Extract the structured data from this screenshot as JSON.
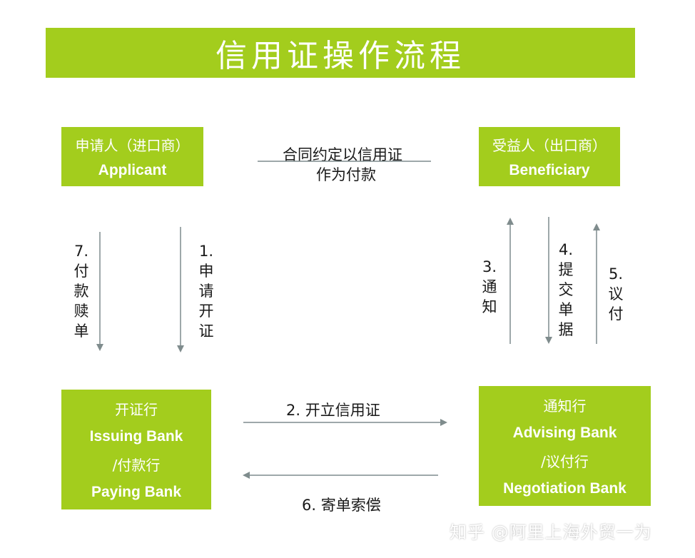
{
  "title": "信用证操作流程",
  "applicant": {
    "cn": "申请人（进口商）",
    "en": "Applicant"
  },
  "beneficiary": {
    "cn": "受益人（出口商）",
    "en": "Beneficiary"
  },
  "contract": {
    "line1": "合同约定以信用证",
    "line2": "作为付款"
  },
  "issuing_bank": {
    "cn1": "开证行",
    "en1": "Issuing Bank",
    "cn2": "/付款行",
    "en2": "Paying Bank"
  },
  "advising_bank": {
    "cn1": "通知行",
    "en1": "Advising Bank",
    "cn2": "/议付行",
    "en2": "Negotiation Bank"
  },
  "steps": {
    "s1": {
      "num": "1.",
      "text": "申请开证"
    },
    "s2": {
      "text": "2. 开立信用证"
    },
    "s3": {
      "num": "3.",
      "text": "通知"
    },
    "s4": {
      "num": "4.",
      "text": "提交单据"
    },
    "s5": {
      "num": "5.",
      "text": "议付"
    },
    "s6": {
      "text": "6. 寄单索偿"
    },
    "s7": {
      "num": "7.",
      "text": "付款赎单"
    }
  },
  "watermark": "知乎 @阿里上海外贸一为",
  "colors": {
    "accent": "#a3cd1d",
    "arrow": "#7f8c8d"
  }
}
